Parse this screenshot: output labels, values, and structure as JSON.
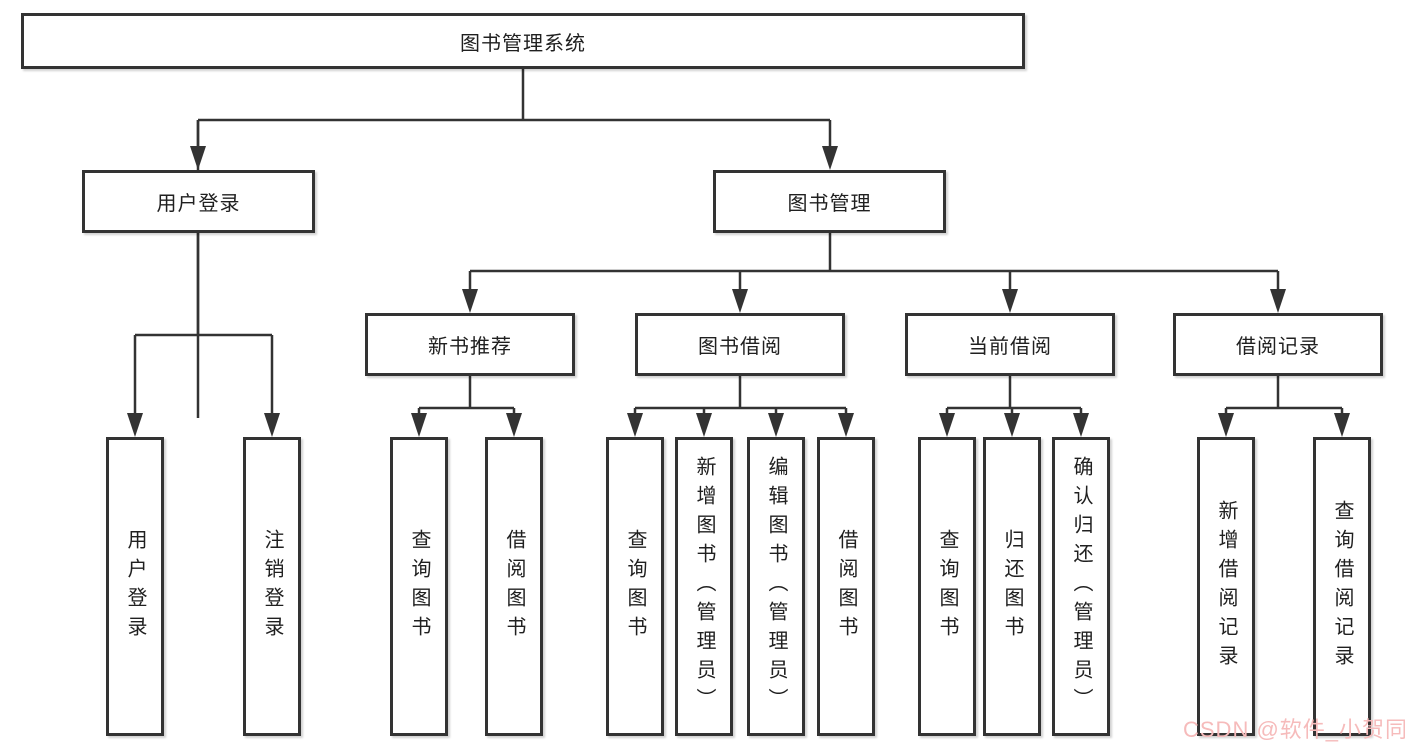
{
  "title": "图书管理系统",
  "tree": {
    "root": {
      "label": "图书管理系统"
    },
    "branches": [
      {
        "label": "用户登录",
        "children": [
          "用户登录",
          "注销登录"
        ]
      },
      {
        "label": "图书管理",
        "children": [
          {
            "label": "新书推荐",
            "children": [
              "查询图书",
              "借阅图书"
            ]
          },
          {
            "label": "图书借阅",
            "children": [
              "查询图书",
              "新增图书（管理员）",
              "编辑图书（管理员）",
              "借阅图书"
            ]
          },
          {
            "label": "当前借阅",
            "children": [
              "查询图书",
              "归还图书",
              "确认归还（管理员）"
            ]
          },
          {
            "label": "借阅记录",
            "children": [
              "新增借阅记录",
              "查询借阅记录"
            ]
          }
        ]
      }
    ]
  },
  "watermark": {
    "text": "CSDN @软件_小贺同学",
    "color": "#f6bbbb"
  },
  "colors": {
    "line": "#333333",
    "box_border": "#333333",
    "box_fill": "#ffffff",
    "text": "#202020",
    "background": "#ffffff"
  }
}
